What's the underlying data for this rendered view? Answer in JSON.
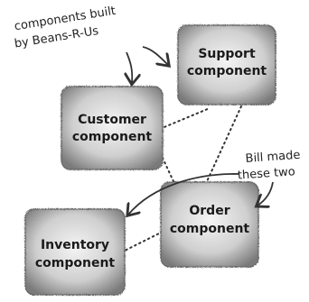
{
  "components": [
    {
      "id": "support",
      "line1": "Support",
      "line2": "component"
    },
    {
      "id": "customer",
      "line1": "Customer",
      "line2": "component"
    },
    {
      "id": "order",
      "line1": "Order",
      "line2": "component"
    },
    {
      "id": "inventory",
      "line1": "Inventory",
      "line2": "component"
    }
  ],
  "annotations": {
    "left_note_line1": "components built",
    "left_note_line2": "by Beans-R-Us",
    "right_note_line1": "Bill made",
    "right_note_line2": "these two"
  }
}
